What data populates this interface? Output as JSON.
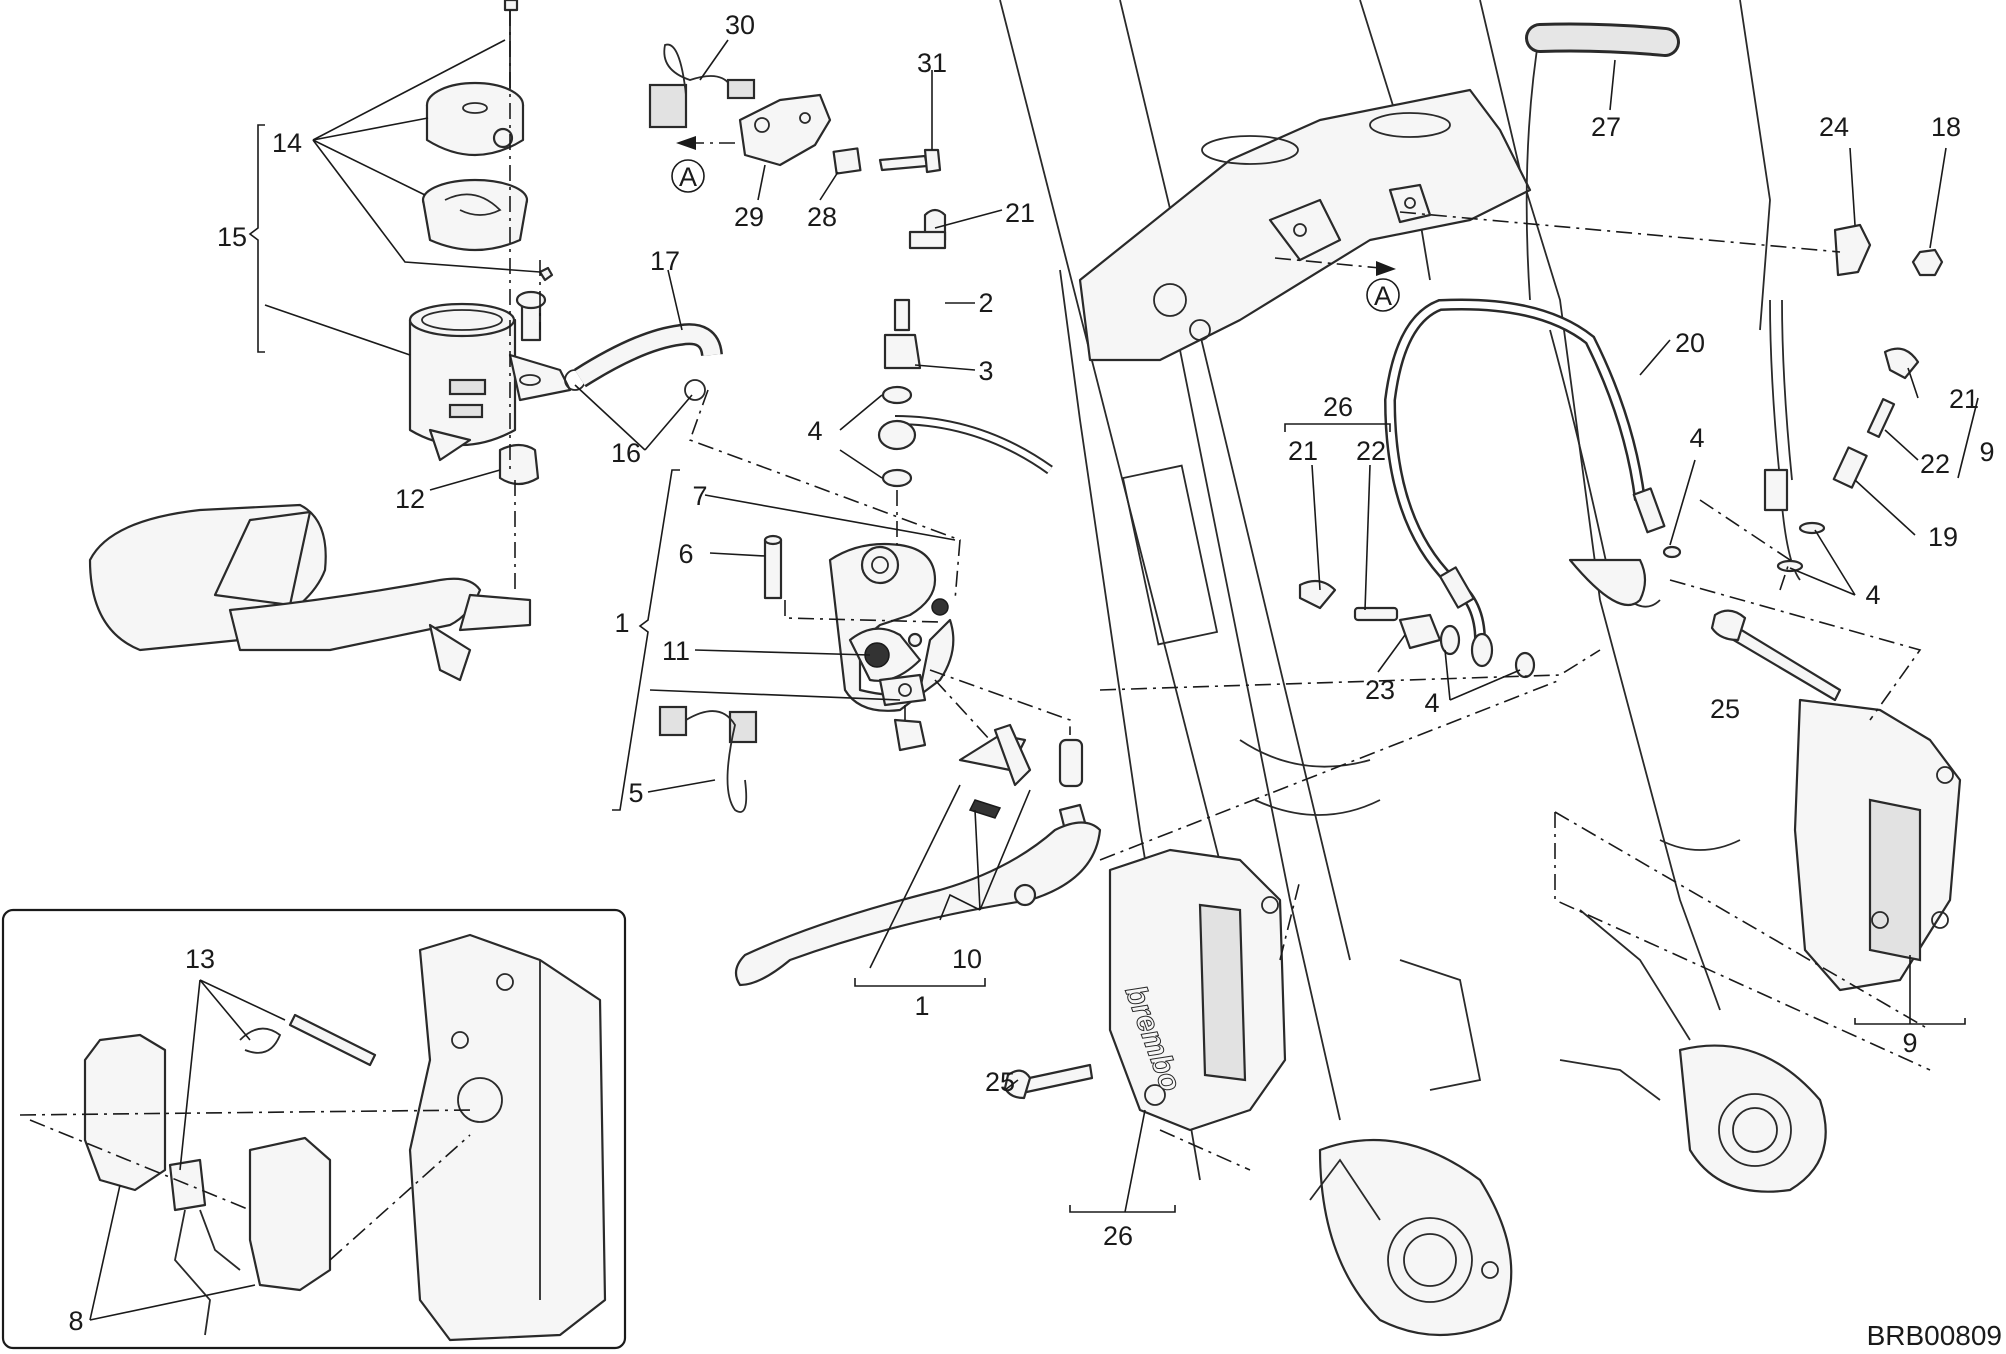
{
  "callouts": {
    "n1": "1",
    "n2": "2",
    "n3": "3",
    "n4": "4",
    "n5": "5",
    "n6": "6",
    "n7": "7",
    "n8": "8",
    "n9": "9",
    "n10": "10",
    "n11": "11",
    "n12": "12",
    "n13": "13",
    "n14": "14",
    "n15": "15",
    "n16": "16",
    "n17": "17",
    "n18": "18",
    "n19": "19",
    "n20": "20",
    "n21": "21",
    "n22": "22",
    "n23": "23",
    "n24": "24",
    "n25": "25",
    "n26": "26",
    "n27": "27",
    "n28": "28",
    "n29": "29",
    "n30": "30",
    "n31": "31"
  },
  "reference_mark": "A",
  "drawing_code": "BRB00809",
  "caliper_brand": "brembo"
}
